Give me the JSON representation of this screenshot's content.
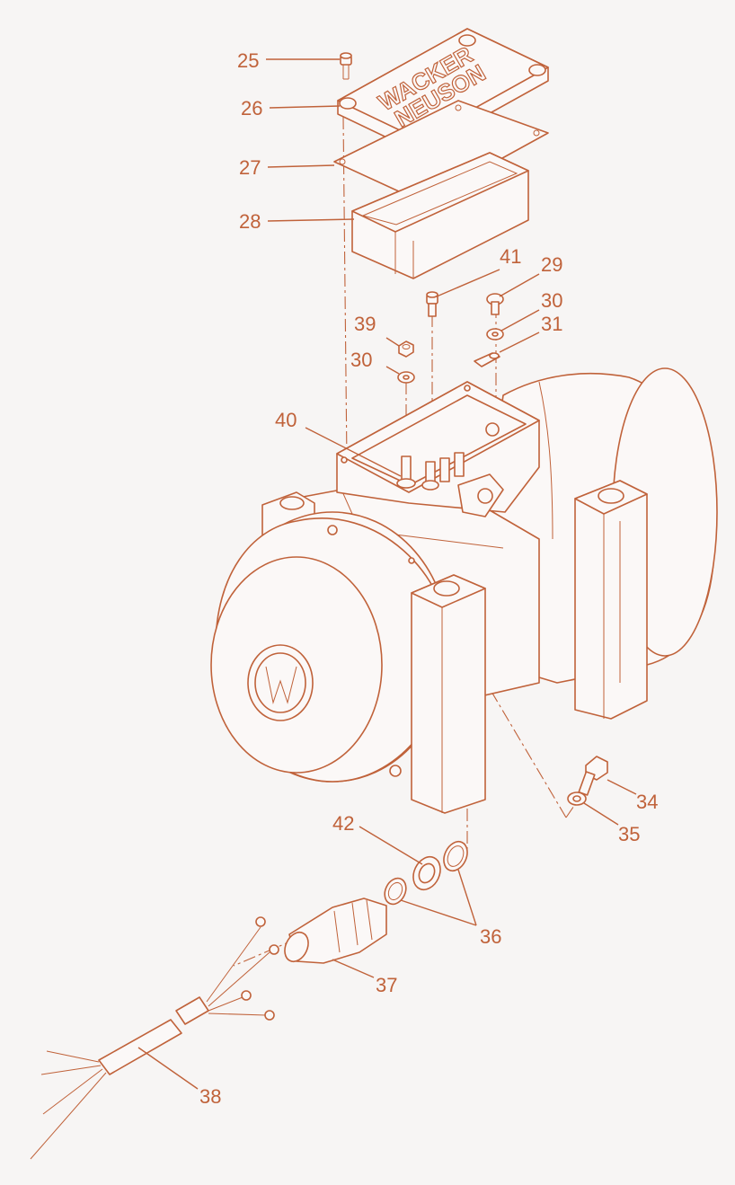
{
  "diagram": {
    "cover_logo_line1": "WACKER",
    "cover_logo_line2": "NEUSON",
    "accent_color": "#c0623a",
    "background_color": "#f7f5f4",
    "labels": [
      {
        "id": "25",
        "text": "25"
      },
      {
        "id": "26",
        "text": "26"
      },
      {
        "id": "27",
        "text": "27"
      },
      {
        "id": "28",
        "text": "28"
      },
      {
        "id": "41",
        "text": "41"
      },
      {
        "id": "29",
        "text": "29"
      },
      {
        "id": "30a",
        "text": "30"
      },
      {
        "id": "39",
        "text": "39"
      },
      {
        "id": "30b",
        "text": "30"
      },
      {
        "id": "31",
        "text": "31"
      },
      {
        "id": "40",
        "text": "40"
      },
      {
        "id": "34",
        "text": "34"
      },
      {
        "id": "35",
        "text": "35"
      },
      {
        "id": "42",
        "text": "42"
      },
      {
        "id": "36",
        "text": "36"
      },
      {
        "id": "37",
        "text": "37"
      },
      {
        "id": "38",
        "text": "38"
      }
    ]
  }
}
